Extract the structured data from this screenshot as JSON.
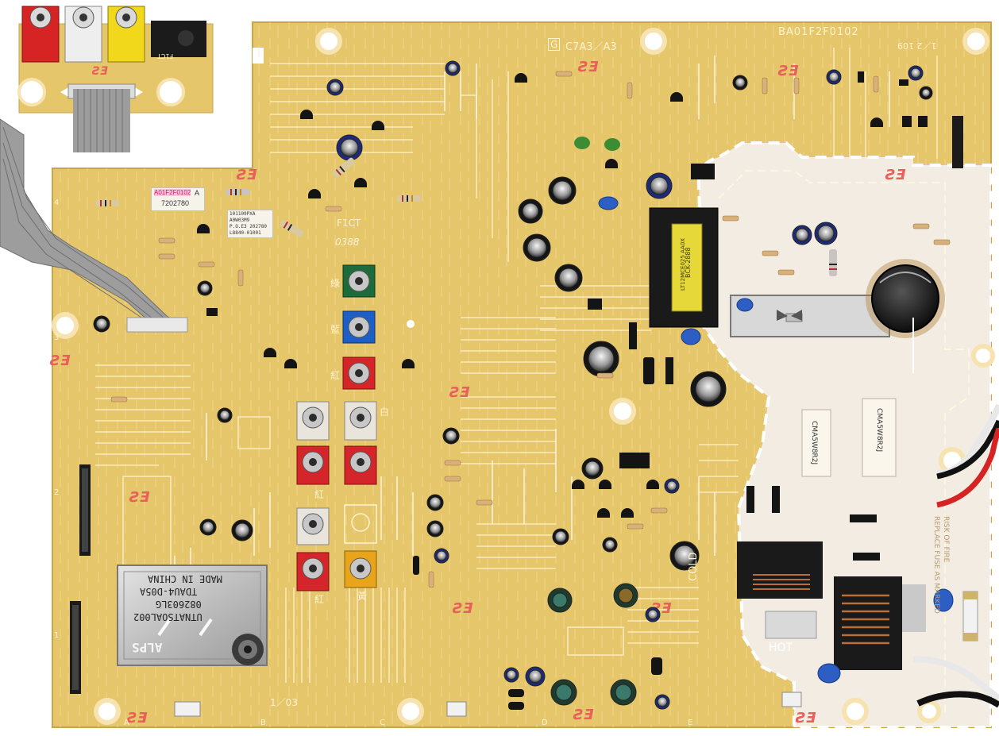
{
  "board": {
    "part_number": "BA01F2F0102",
    "rev_code": "C7A3／A3",
    "g_mark": "G",
    "corner_code": "1／2 109",
    "fict_label": "F1CT",
    "fict_code": "0388",
    "fict_small": "F1CT",
    "bottom_code": "1／03",
    "hot_label": "HOT",
    "cold_label": "COLD",
    "fuse_warning_1": "RISK OF FIRE",
    "fuse_warning_2": "REPLACE FUSE AS MARKED",
    "transformer_marking_1": "BCK-2888",
    "transformer_marking_2": "LT12MCE025 AA0X",
    "resistor_marking": "CMA5W8R2J",
    "bottom_axis": [
      "A",
      "B",
      "C",
      "D",
      "E"
    ],
    "side_axis": [
      "4",
      "3",
      "2",
      "1"
    ]
  },
  "stickers": {
    "sticker1_line1": "A01F2F0102",
    "sticker1_rev": "A",
    "sticker1_line2": "7202780",
    "sticker2_line1": "101109PXA",
    "sticker2_line2": "A0W03M9",
    "sticker2_line3": "P.O.E3 202780",
    "sticker2_line4": "L8840-01001"
  },
  "tuner": {
    "brand": "ALPS",
    "made_in": "MADE IN CHINA",
    "model": "TDAU4-D05A",
    "code": "UTNATSOAL002",
    "lot": "082603LG"
  },
  "jacks": {
    "green_label": "綠",
    "blue_label": "藍",
    "red_label": "紅",
    "white_label": "白",
    "yellow_label": "黃",
    "red_label2": "紅",
    "red_label3": "紅"
  },
  "colors": {
    "board": "#e6c66a",
    "board_dark": "#d4ae4e",
    "hot_area": "#f3ece2",
    "silk": "#fff6df",
    "red_logo": "#e8605a"
  }
}
